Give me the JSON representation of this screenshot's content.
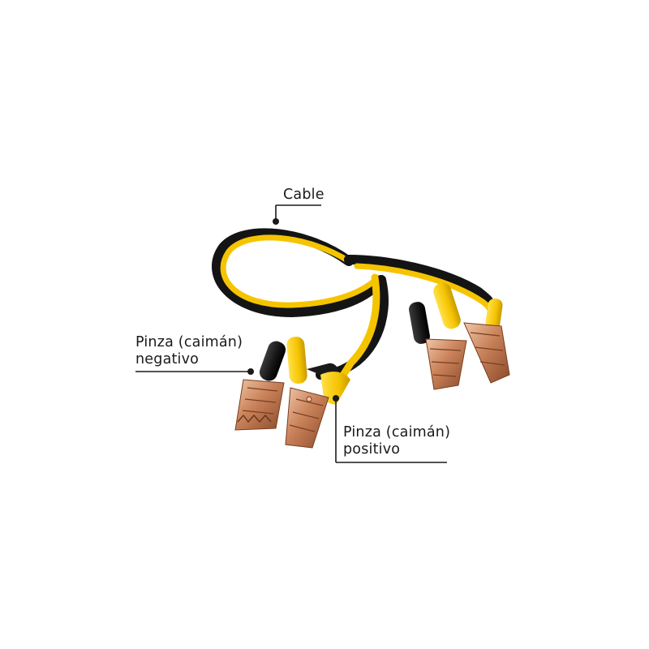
{
  "labels": {
    "cable": "Cable",
    "negative_line1": "Pinza (caimán)",
    "negative_line2": "negativo",
    "positive_line1": "Pinza (caimán)",
    "positive_line2": "positivo"
  },
  "colors": {
    "cable_black": "#141414",
    "cable_yellow": "#f5c400",
    "copper": "#c9825a",
    "leader_line": "#1a1a1a"
  }
}
